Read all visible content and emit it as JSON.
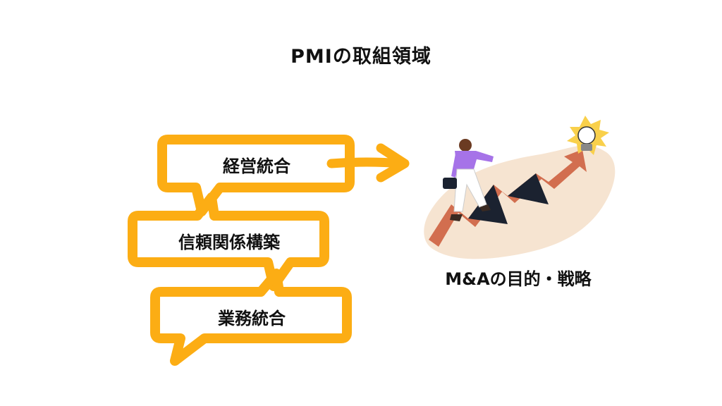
{
  "title": "PMIの取組領域",
  "areas": [
    {
      "label": "経営統合"
    },
    {
      "label": "信頼関係構築"
    },
    {
      "label": "業務統合"
    }
  ],
  "goal": {
    "label": "M&Aの目的・戦略"
  },
  "colors": {
    "accent": "#FCAD14",
    "arrow": "#D26E4F",
    "background_blob": "#F6E4D1",
    "person_shirt": "#A673E8",
    "bulb_rays": "#F9D04B"
  }
}
